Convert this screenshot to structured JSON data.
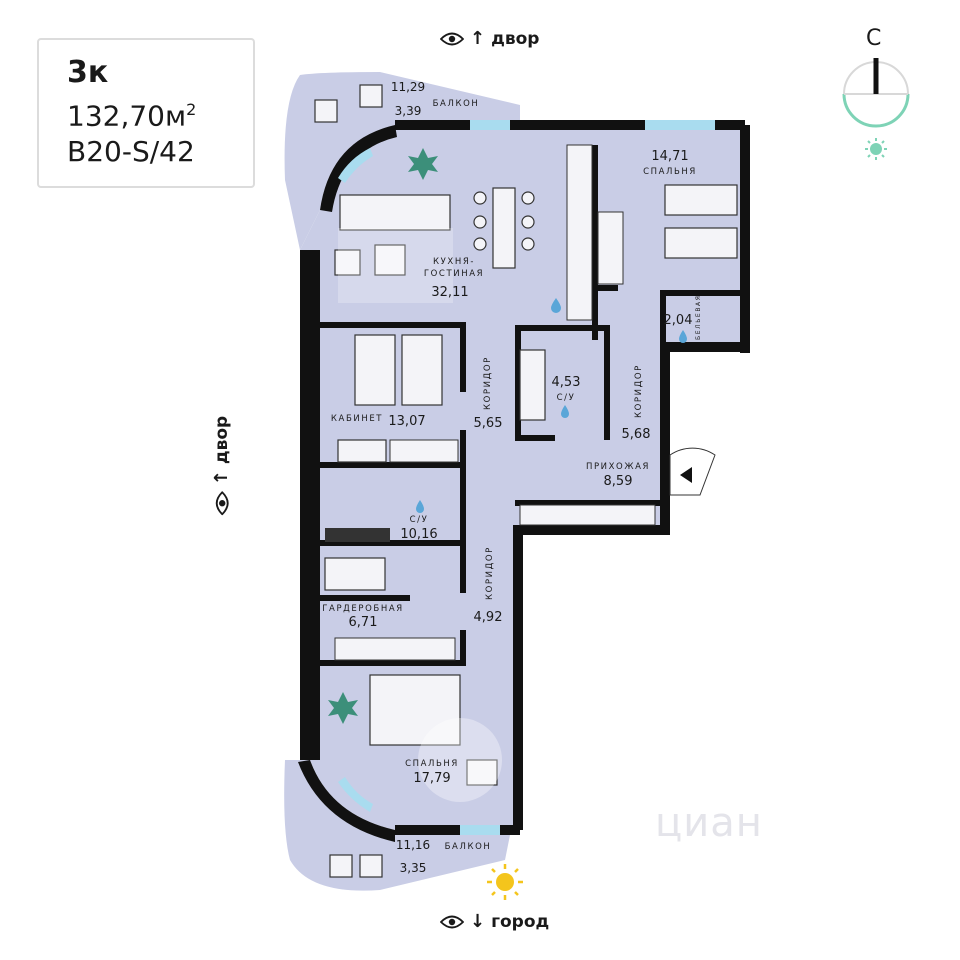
{
  "apartment": {
    "rooms": "3к",
    "area": "132,70м",
    "area_sup": "2",
    "code": "B20-S/42"
  },
  "views": {
    "top": "двор",
    "left": "двор",
    "bottom": "город"
  },
  "compass": {
    "north": "С"
  },
  "rooms": {
    "living": {
      "name_1": "КУХНЯ-",
      "name_2": "ГОСТИНАЯ",
      "area": "32,11"
    },
    "bedroom_top": {
      "name": "СПАЛЬНЯ",
      "area": "14,71"
    },
    "laundry": {
      "name": "БЕЛЬЕВАЯ",
      "area": "2,04"
    },
    "office": {
      "name": "КАБИНЕТ",
      "area": "13,07"
    },
    "corridor_center": {
      "name": "КОРИДОР",
      "area": "5,65"
    },
    "bath_small": {
      "name": "С/У",
      "area": "4,53"
    },
    "corridor_right": {
      "name": "КОРИДОР",
      "area": "5,68"
    },
    "hall": {
      "name": "ПРИХОЖАЯ",
      "area": "8,59"
    },
    "bath_large": {
      "name": "С/У",
      "area": "10,16"
    },
    "corridor_lower": {
      "name": "КОРИДОР",
      "area": "4,92"
    },
    "wardrobe": {
      "name": "ГАРДЕРОБНАЯ",
      "area": "6,71"
    },
    "bedroom_bottom": {
      "name": "СПАЛЬНЯ",
      "area": "17,79"
    }
  },
  "balconies": {
    "top": {
      "name": "БАЛКОН",
      "area_total": "11,29",
      "area": "3,39"
    },
    "bottom": {
      "name": "БАЛКОН",
      "area_total": "11,16",
      "area": "3,35"
    }
  },
  "watermark": "циан",
  "colors": {
    "floor": "#c9cde6",
    "wall": "#111111",
    "window": "#a9dcef",
    "accent_green": "#7ed3b6",
    "sun": "#f4c51c",
    "plant": "#3c8f7a"
  }
}
